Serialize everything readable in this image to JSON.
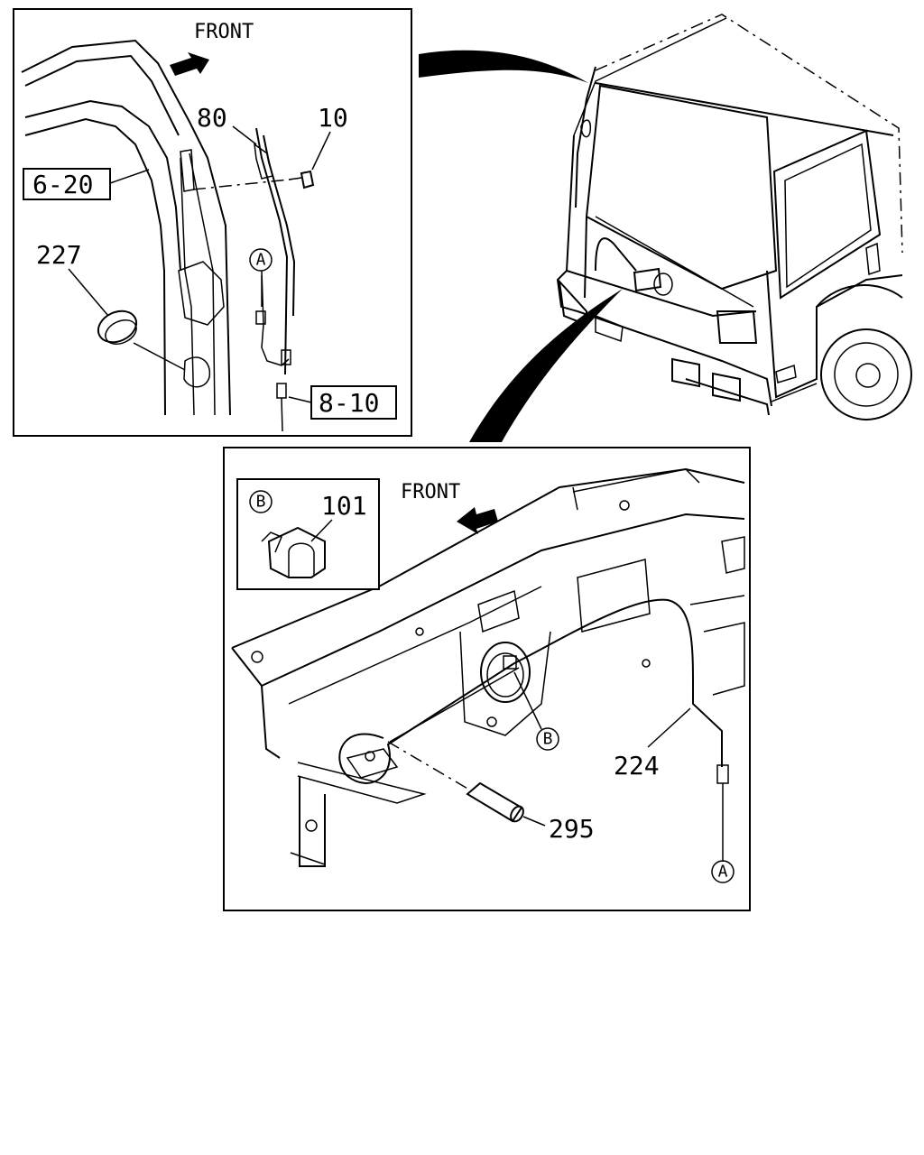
{
  "top_left_panel": {
    "direction_label": "FRONT",
    "callouts": {
      "antenna": "80",
      "screw": "10",
      "grommet": "227",
      "connector_marker": "A"
    },
    "references": {
      "body_ref": "6-20",
      "harness_ref": "8-10"
    }
  },
  "bottom_panel": {
    "direction_label": "FRONT",
    "inset": {
      "marker": "B",
      "part": "101"
    },
    "callouts": {
      "cable": "224",
      "sleeve": "295",
      "clip_marker": "B",
      "connector_marker": "A"
    }
  }
}
